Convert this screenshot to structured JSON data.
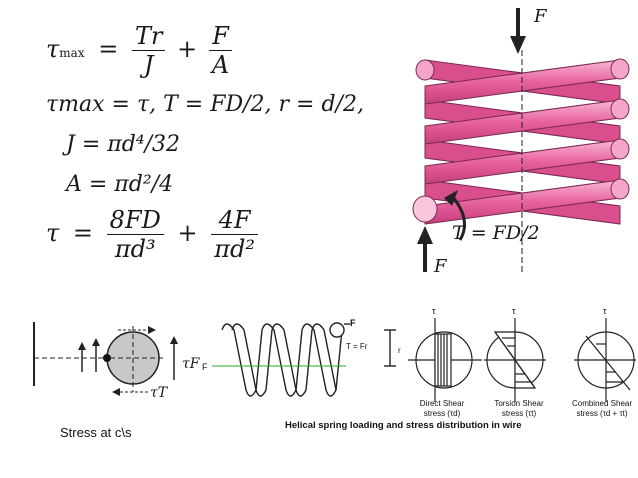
{
  "equations": {
    "eq1": {
      "lhs": "τ",
      "lhs_sub": "max",
      "eq": "=",
      "f1_num": "Tr",
      "f1_den": "J",
      "plus": "+",
      "f2_num": "F",
      "f2_den": "A"
    },
    "eq2": "τmax = τ, T = FD/2, r = d/2,",
    "eq3": "J = πd⁴/32",
    "eq4": "A = πd²/4",
    "eq5": {
      "lhs": "τ",
      "eq": "=",
      "f1_num": "8FD",
      "f1_den": "πd³",
      "plus": "+",
      "f2_num": "4F",
      "f2_den": "πd²"
    }
  },
  "spring_figure": {
    "force_top": "F",
    "force_bottom": "F",
    "torque_label": "T = FD/2",
    "coil_color": "#e8629e"
  },
  "bottom": {
    "cross_section": {
      "tau_f_label": "τF",
      "f_label": "F",
      "tau_t_label": "τT"
    },
    "spring_side": {
      "f_label": "F",
      "torque_label": "T = Fr",
      "r_label": "r"
    },
    "panels": [
      {
        "tau": "τ",
        "caption_line1": "Direct Shear",
        "caption_line2": "stress (τd)"
      },
      {
        "tau": "τ",
        "caption_line1": "Torsion Shear",
        "caption_line2": "stress (τt)"
      },
      {
        "tau": "τ",
        "caption_line1": "Combined Shear",
        "caption_line2": "stress (τd + τt)"
      }
    ],
    "stress_caption": "Stress at c\\s",
    "figure_caption": "Helical spring loading and stress distribution in wire"
  }
}
